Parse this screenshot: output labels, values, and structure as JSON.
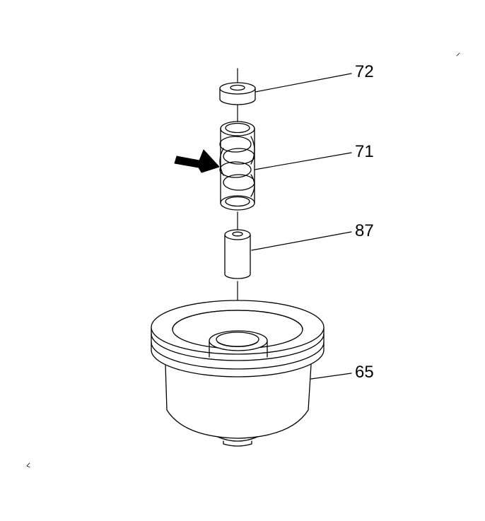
{
  "callouts": {
    "part_72": "72",
    "part_71": "71",
    "part_87": "87",
    "part_65": "65"
  },
  "colors": {
    "line": "#000000",
    "background": "#ffffff"
  }
}
